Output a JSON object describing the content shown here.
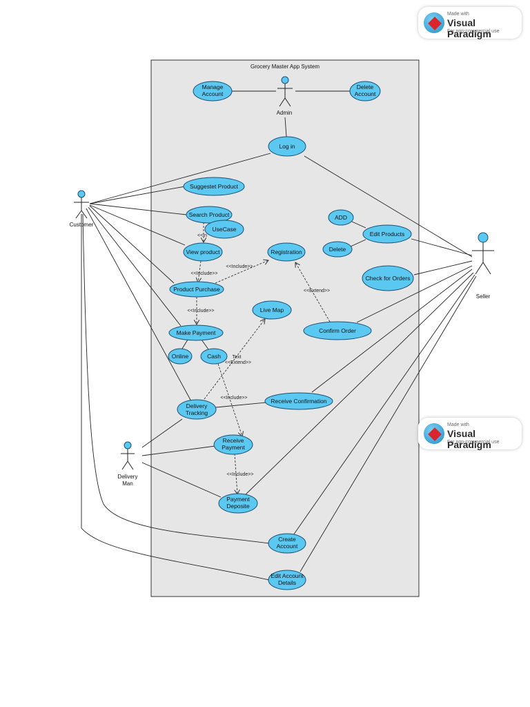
{
  "system": {
    "title": "Grocery Master App System"
  },
  "actors": {
    "admin": "Admin",
    "customer": "Customer",
    "seller": "Seller",
    "delivery_man": [
      "Delivery",
      "Man"
    ]
  },
  "use_cases": {
    "manage_account": [
      "Manage",
      "Account"
    ],
    "delete_account": [
      "Delete",
      "Account"
    ],
    "log_in": "Log in",
    "suggest_product": "Suggestet Product",
    "search_product": "Search Product",
    "usecase": "UseCase",
    "view_product": "View product",
    "product_purchase": "Product Purchase",
    "registration": "Registration",
    "add": "ADD",
    "edit_products": "Edit Products",
    "delete": "Delete",
    "check_orders": "Check for Orders",
    "live_map": "Live Map",
    "make_payment": "Make Payment",
    "confirm_order": "Confirm  Order",
    "online": "Online",
    "cash": "Cash",
    "delivery_tracking": [
      "Delivery",
      "Tracking"
    ],
    "receive_confirmation": "Receive Confirmation",
    "receive_payment": [
      "Receive",
      "Payment"
    ],
    "payment_deposite": [
      "Payment",
      "Deposite"
    ],
    "create_account": [
      "Create",
      "Account"
    ],
    "edit_account_details": [
      "Edit Account",
      "Details"
    ]
  },
  "stereotypes": {
    "include": "<<Include>>",
    "extend": "<<Extend>>",
    "include_short": "<<In",
    "text_label": "Text"
  },
  "watermark": {
    "made_with": "Made with",
    "brand": "Visual Paradigm",
    "note": "For non-commercial use"
  }
}
